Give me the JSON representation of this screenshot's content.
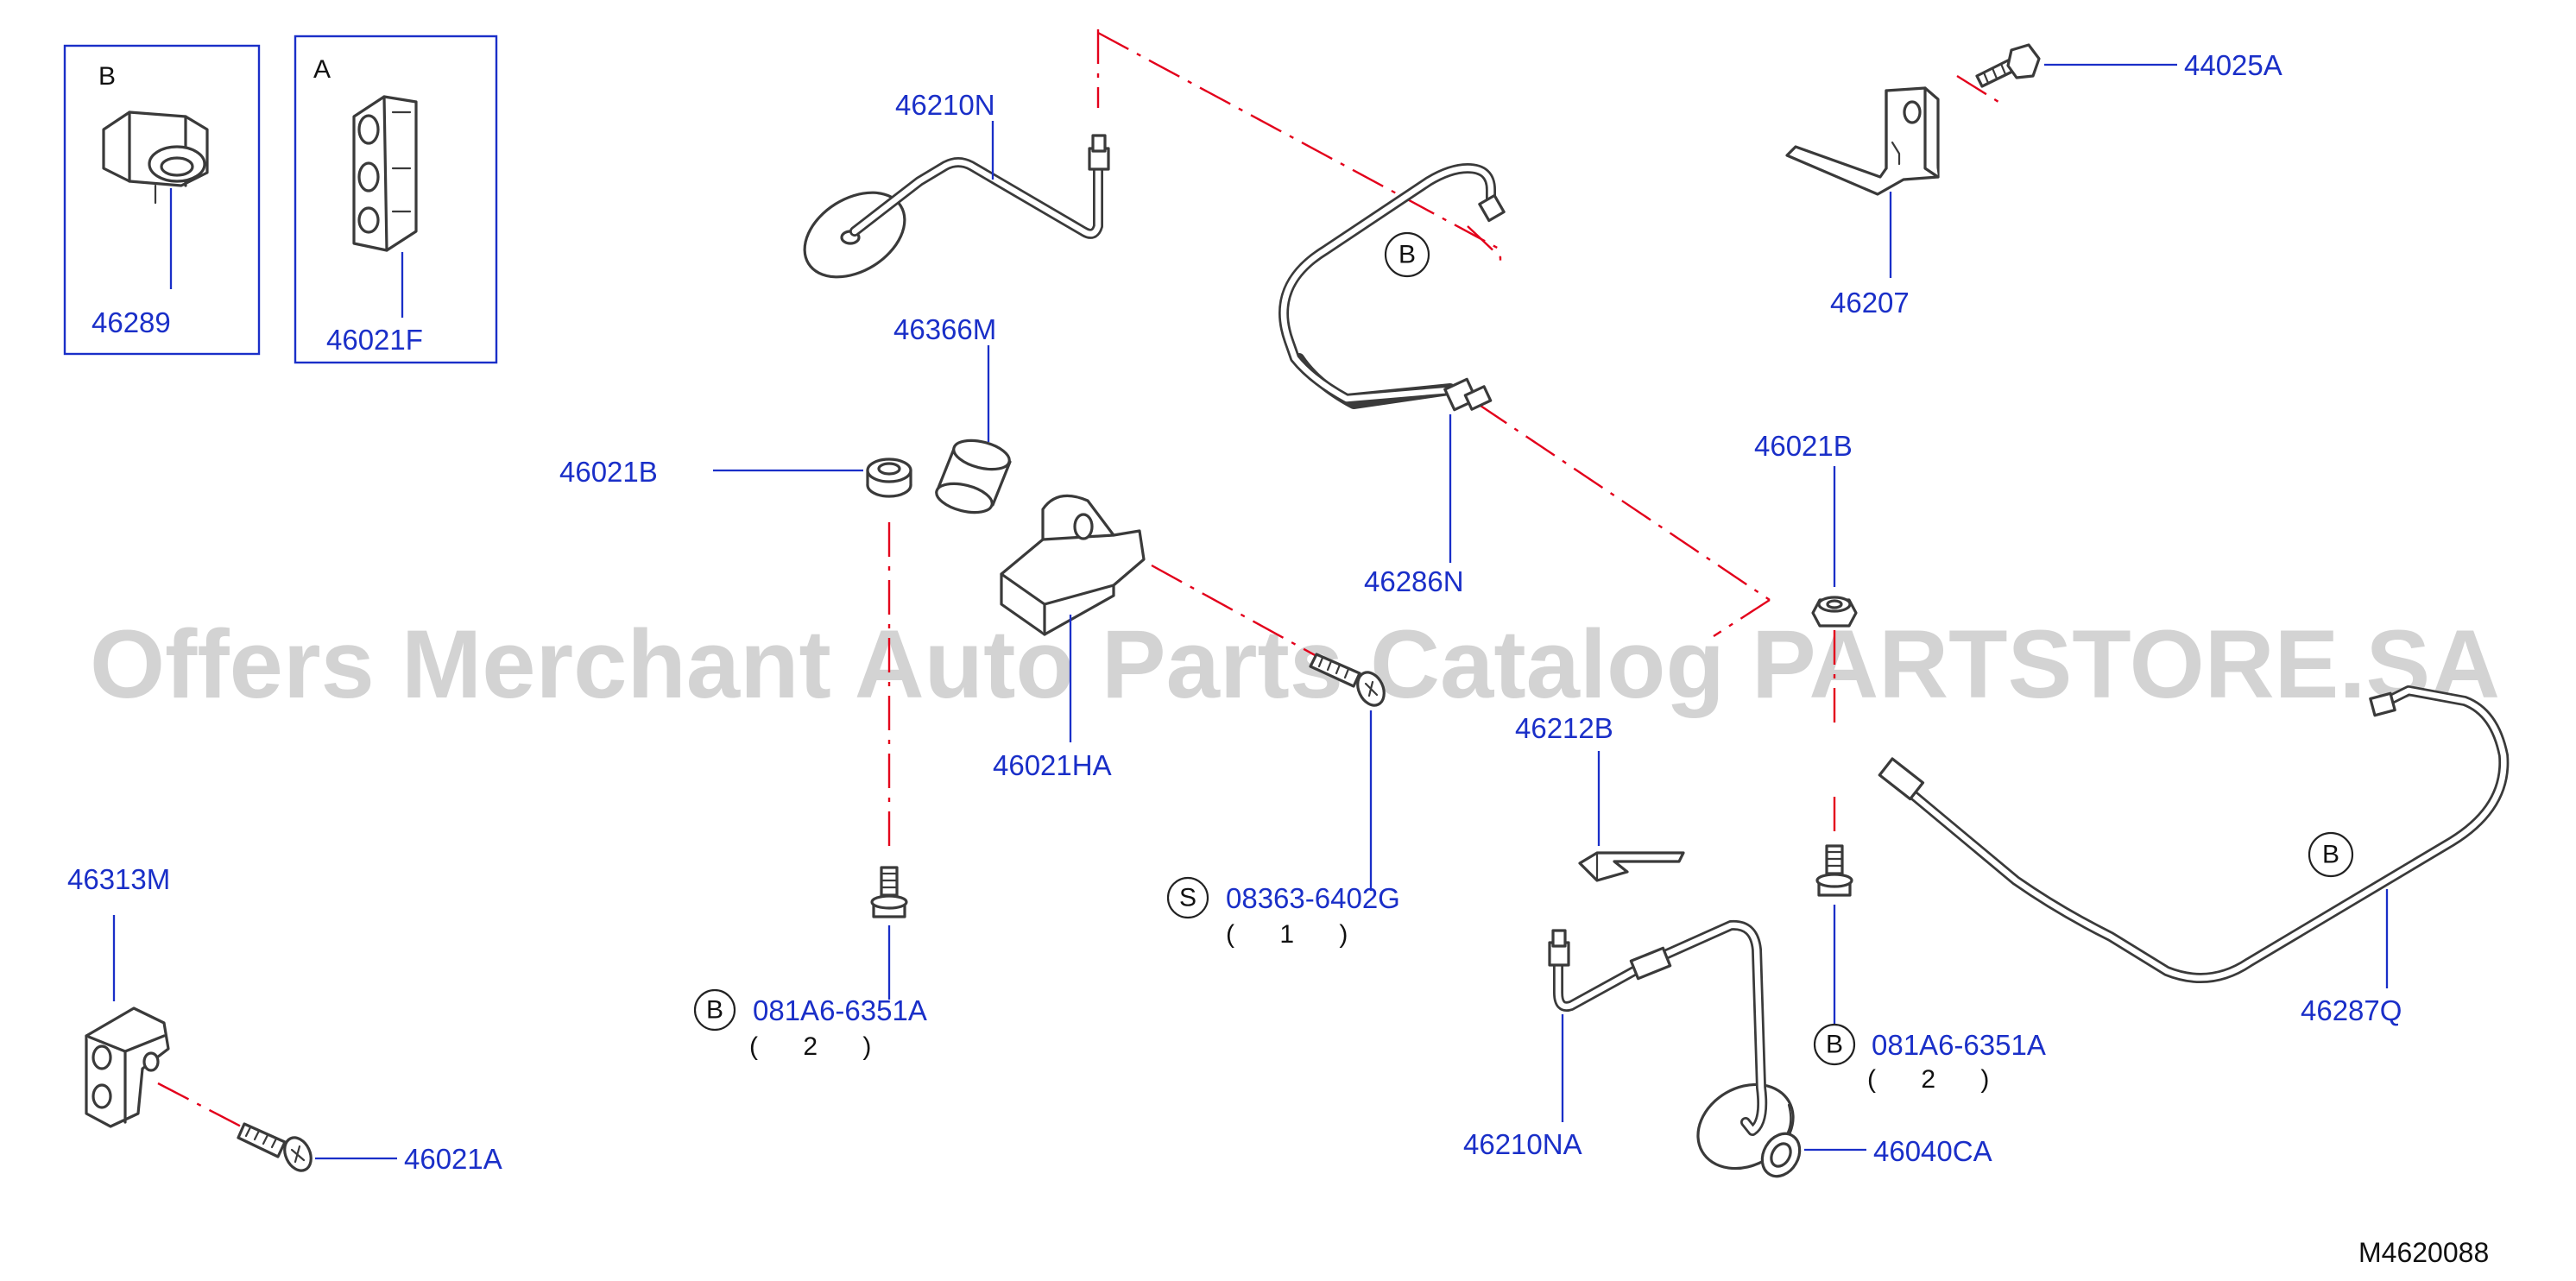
{
  "watermark": "Offers Merchant Auto Parts Catalog PARTSTORE.SA",
  "figure_id": "M4620088",
  "insets": [
    {
      "letter": "B",
      "part": "46289"
    },
    {
      "letter": "A",
      "part": "46021F"
    }
  ],
  "labels": {
    "p46210N": "46210N",
    "p46366M": "46366M",
    "p46021B_left": "46021B",
    "p46021HA": "46021HA",
    "p46286N": "46286N",
    "p08363": "08363-6402G",
    "p08363_qty": "( 1 )",
    "p081A6_left": "081A6-6351A",
    "p081A6_left_qty": "( 2 )",
    "p46313M": "46313M",
    "p46021A": "46021A",
    "p44025A": "44025A",
    "p46207": "46207",
    "p46021B_right": "46021B",
    "p46212B": "46212B",
    "p46210NA": "46210NA",
    "p46040CA": "46040CA",
    "p081A6_right": "081A6-6351A",
    "p081A6_right_qty": "( 2 )",
    "p46287Q": "46287Q"
  },
  "callouts": {
    "b_tube_top": "B",
    "b_tube_right": "B",
    "b_bolt_left": "B",
    "b_bolt_right": "B",
    "s_screw": "S"
  }
}
